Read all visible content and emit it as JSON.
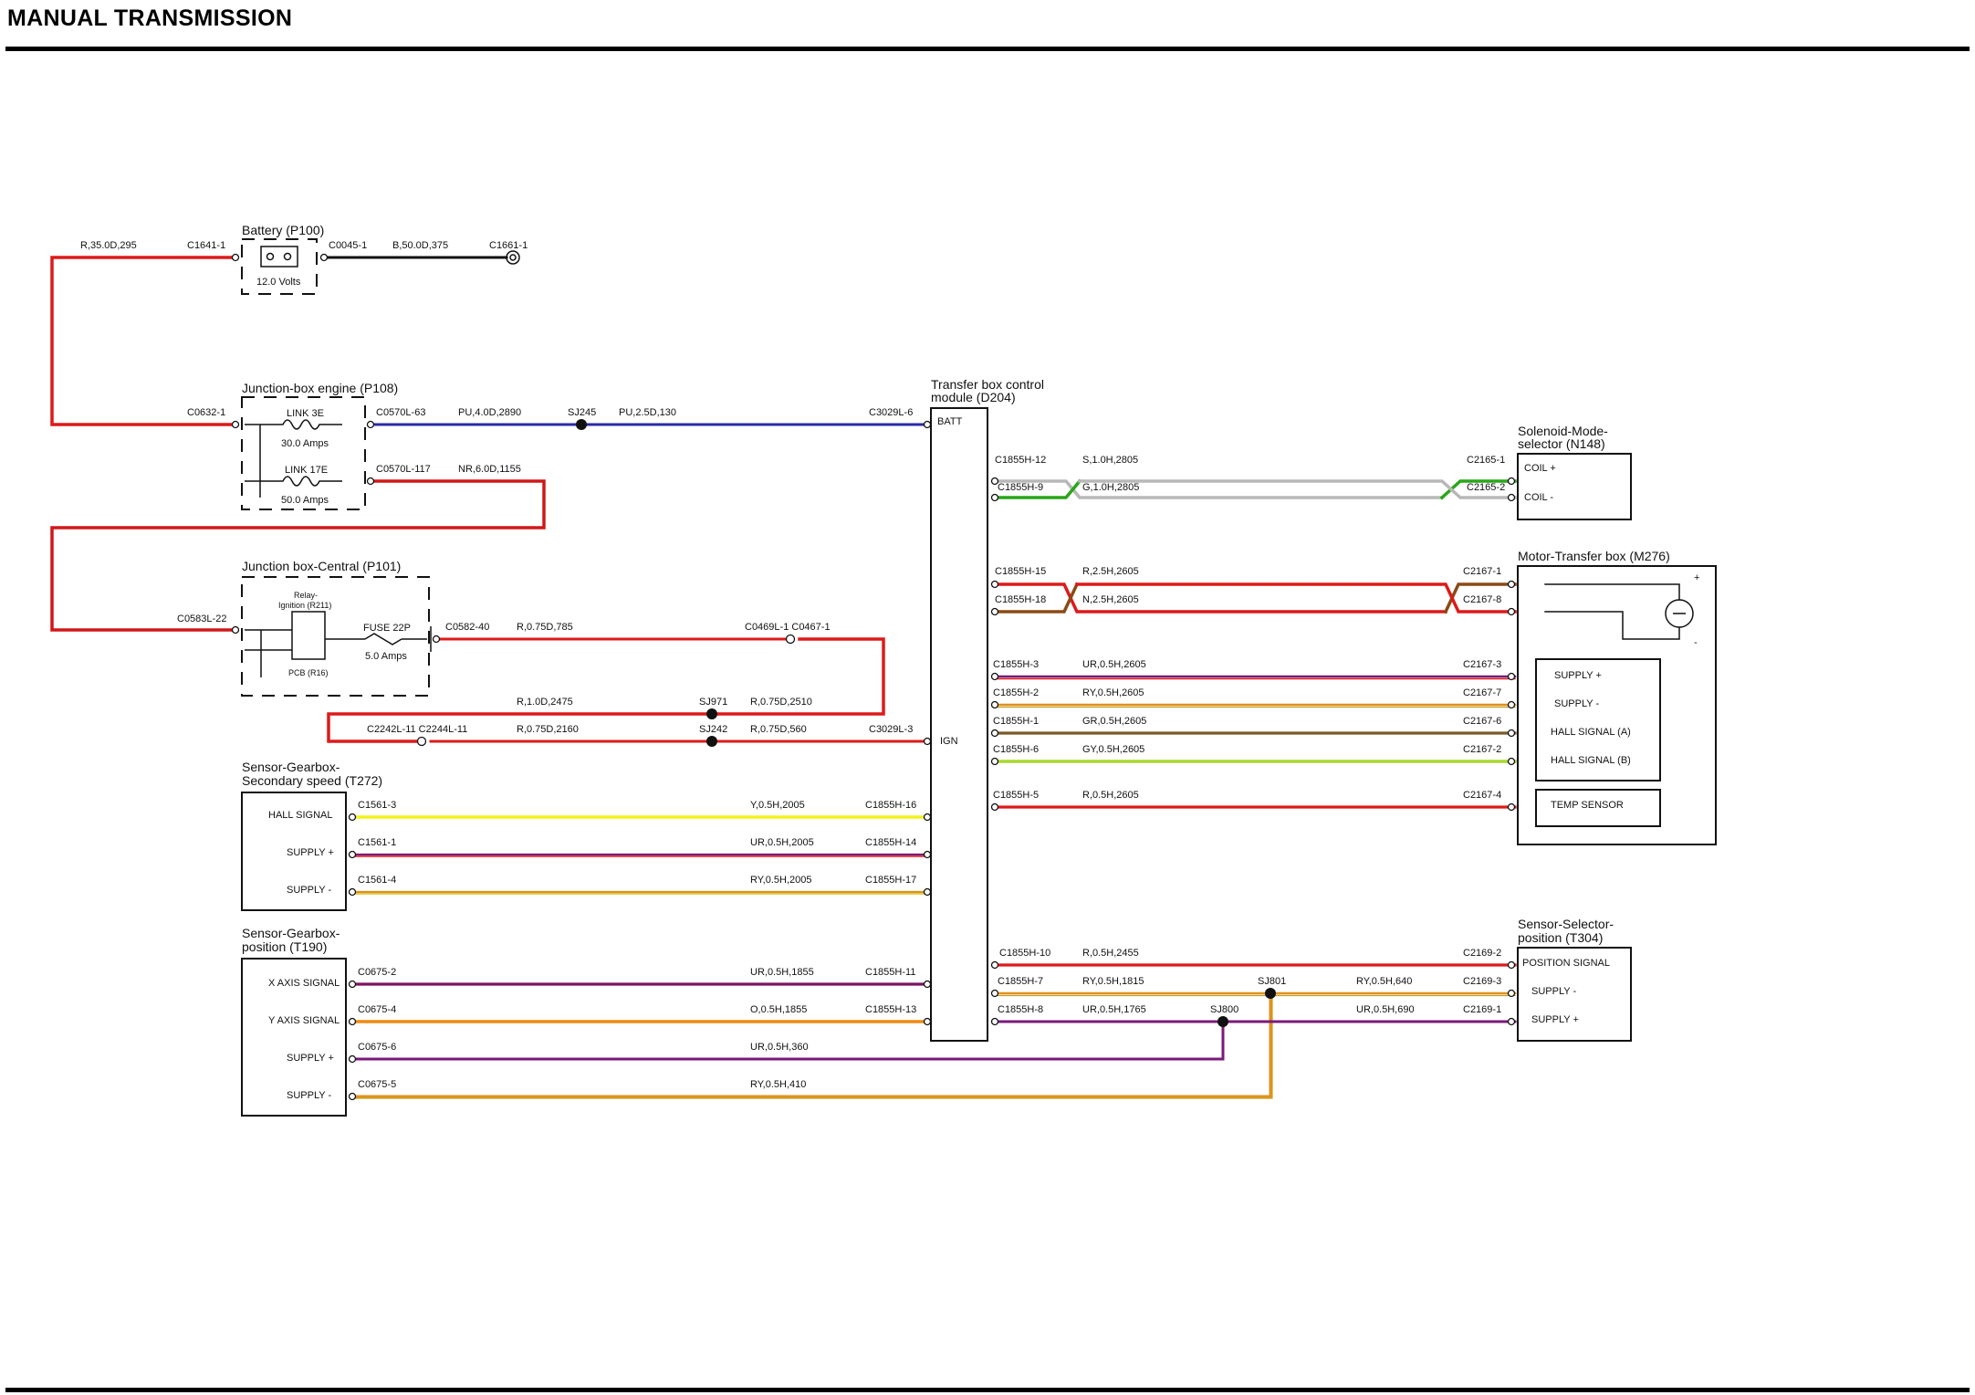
{
  "title": "MANUAL TRANSMISSION",
  "colors": {
    "R": "#dd1a1a",
    "B": "#111111",
    "PU": "#2a2aa8",
    "NR": "#d01818",
    "S": "#b8b8b8",
    "G": "#2aa61a",
    "N": "#8b4a14",
    "UR": "#7a1a7a",
    "RY": "#e09020",
    "GR": "#7a5a2a",
    "GY": "#a8d830",
    "Y": "#f2f21a",
    "O": "#f08a10",
    "URb": "#7a1460"
  },
  "components": {
    "battery": {
      "name": "Battery (P100)",
      "volts": "12.0 Volts"
    },
    "jbe": {
      "name": "Junction-box engine (P108)",
      "link1": "LINK 3E",
      "amps1": "30.0 Amps",
      "link2": "LINK 17E",
      "amps2": "50.0 Amps"
    },
    "jbc": {
      "name": "Junction box-Central (P101)",
      "relay1": "Relay-",
      "relay2": "Ignition (R211)",
      "pcb": "PCB (R16)",
      "fuse": "FUSE 22P",
      "amps": "5.0 Amps"
    },
    "tcm": {
      "name1": "Transfer box control",
      "name2": "module (D204)",
      "batt": "BATT",
      "ign": "IGN"
    },
    "sol": {
      "name1": "Solenoid-Mode-",
      "name2": "selector (N148)",
      "pins": [
        "COIL +",
        "COIL -"
      ]
    },
    "motor": {
      "name": "Motor-Transfer box (M276)",
      "pins": [
        "SUPPLY +",
        "SUPPLY -",
        "HALL SIGNAL (A)",
        "HALL SIGNAL (B)"
      ],
      "temp": "TEMP SENSOR",
      "plus": "+",
      "minus": "-"
    },
    "ssp": {
      "name1": "Sensor-Gearbox-",
      "name2": "Secondary speed (T272)",
      "pins": [
        "HALL SIGNAL",
        "SUPPLY +",
        "SUPPLY -"
      ]
    },
    "sgp": {
      "name1": "Sensor-Gearbox-",
      "name2": "position (T190)",
      "pins": [
        "X AXIS SIGNAL",
        "Y AXIS SIGNAL",
        "SUPPLY +",
        "SUPPLY -"
      ]
    },
    "ssel": {
      "name1": "Sensor-Selector-",
      "name2": "position (T304)",
      "pins": [
        "POSITION SIGNAL",
        "SUPPLY -",
        "SUPPLY +"
      ]
    }
  },
  "connectors": {
    "c1641": "C1641-1",
    "c0045": "C0045-1",
    "c1661": "C1661-1",
    "c0632": "C0632-1",
    "c0570_63": "C0570L-63",
    "c0570_117": "C0570L-117",
    "c3029_6": "C3029L-6",
    "c3029_3": "C3029L-3",
    "c0583": "C0583L-22",
    "c0582": "C0582-40",
    "c0469": "C0469L-1 C0467-1",
    "c2242": "C2242L-11 C2244L-11",
    "c1561_3": "C1561-3",
    "c1561_1": "C1561-1",
    "c1561_4": "C1561-4",
    "c1855h_16": "C1855H-16",
    "c1855h_14": "C1855H-14",
    "c1855h_17": "C1855H-17",
    "c0675_2": "C0675-2",
    "c0675_4": "C0675-4",
    "c0675_6": "C0675-6",
    "c0675_5": "C0675-5",
    "c1855h_11": "C1855H-11",
    "c1855h_13": "C1855H-13",
    "c1855h_12": "C1855H-12",
    "c1855h_9": "C1855H-9",
    "c2165_1": "C2165-1",
    "c2165_2": "C2165-2",
    "c1855h_15": "C1855H-15",
    "c1855h_18": "C1855H-18",
    "c2167_1": "C2167-1",
    "c2167_8": "C2167-8",
    "c1855h_3": "C1855H-3",
    "c1855h_2": "C1855H-2",
    "c1855h_1": "C1855H-1",
    "c1855h_6": "C1855H-6",
    "c1855h_5": "C1855H-5",
    "c2167_3": "C2167-3",
    "c2167_7": "C2167-7",
    "c2167_6": "C2167-6",
    "c2167_2": "C2167-2",
    "c2167_4": "C2167-4",
    "c1855h_10": "C1855H-10",
    "c1855h_7": "C1855H-7",
    "c1855h_8": "C1855H-8",
    "c2169_2": "C2169-2",
    "c2169_3": "C2169-3",
    "c2169_1": "C2169-1"
  },
  "wires": {
    "bat_pos": "R,35.0D,295",
    "bat_neg": "B,50.0D,375",
    "batt1": "PU,4.0D,2890",
    "batt2": "PU,2.5D,130",
    "link17": "NR,6.0D,1155",
    "fuse_out": "R,0.75D,785",
    "sj971_l": "R,1.0D,2475",
    "sj971_r": "R,0.75D,2510",
    "ign_l": "R,0.75D,2160",
    "ign_r": "R,0.75D,560",
    "hall": "Y,0.5H,2005",
    "sup_p": "UR,0.5H,2005",
    "sup_m": "RY,0.5H,2005",
    "xax": "UR,0.5H,1855",
    "yax": "O,0.5H,1855",
    "sgp_p": "UR,0.5H,360",
    "sgp_m": "RY,0.5H,410",
    "coil1": "S,1.0H,2805",
    "coil2": "G,1.0H,2805",
    "mot1": "R,2.5H,2605",
    "mot2": "N,2.5H,2605",
    "m_sp": "UR,0.5H,2605",
    "m_sm": "RY,0.5H,2605",
    "m_ha": "GR,0.5H,2605",
    "m_hb": "GY,0.5H,2605",
    "m_t": "R,0.5H,2605",
    "pos": "R,0.5H,2455",
    "ry1815": "RY,0.5H,1815",
    "ry640": "RY,0.5H,640",
    "ur1765": "UR,0.5H,1765",
    "ur690": "UR,0.5H,690"
  },
  "splices": {
    "sj245": "SJ245",
    "sj971": "SJ971",
    "sj242": "SJ242",
    "sj801": "SJ801",
    "sj800": "SJ800"
  }
}
